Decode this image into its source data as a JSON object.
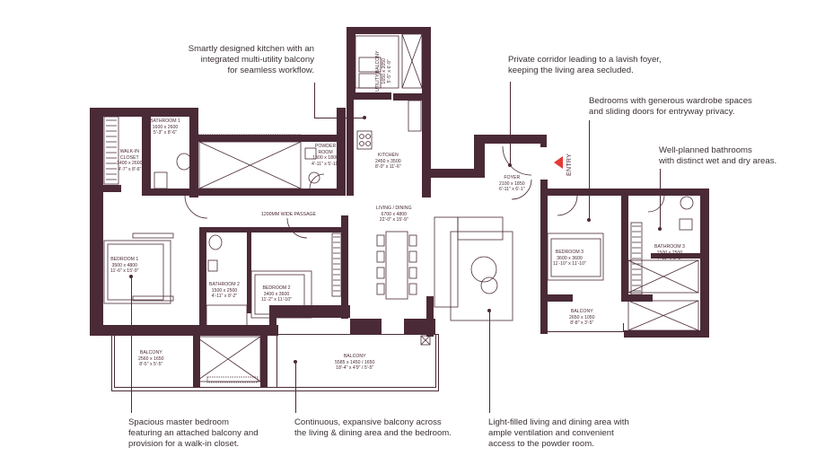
{
  "colors": {
    "wall": "#4a2a36",
    "entry_marker": "#e53935",
    "text": "#3a3034"
  },
  "captions": {
    "kitchen": "Smartly designed kitchen with an\nintegrated multi-utility balcony\nfor seamless workflow.",
    "corridor": "Private corridor leading to a lavish foyer,\nkeeping the living area secluded.",
    "bedrooms": "Bedrooms with generous wardrobe spaces\nand sliding doors for entryway privacy.",
    "bathrooms": "Well-planned bathrooms\nwith distinct wet and dry areas.",
    "master": "Spacious master bedroom\nfeaturing an attached balcony and\nprovision for a walk-in closet.",
    "balcony": "Continuous, expansive balcony across\nthe living & dining area and the bedroom.",
    "living": "Light-filled living and dining area with\nample ventilation and convenient\naccess to the powder room."
  },
  "rooms": {
    "bathroom1": "BATHROOM 1\n1600 x 2600\n5'-3\" x 8'-6\"",
    "walkin": "WALK-IN\nCLOSET\n1400 x 2600\n4'-7\" x 8'-6\"",
    "powder": "POWDER\nROOM\n1500 x 1800\n4'-11\" x 5'-11\"",
    "kitchen": "KITCHEN\n2450 x 3500\n8'-0\" x 11'-6\"",
    "utility": "UTILITY BALCONY\n1650 x 2050\n5'-5\" x 6'-9\"",
    "foyer": "FOYER\n2100 x 1850\n6'-11\" x 6'-1\"",
    "passage": "1200MM WIDE PASSAGE",
    "living": "LIVING / DINING\n6700 x 4800\n22'-0\" x 15'-9\"",
    "bedroom1": "BEDROOM 1\n3500 x 4800\n11'-6\" x 15'-9\"",
    "bathroom2": "BATHROOM 2\n1500 x 2500\n4'-11\" x 8'-2\"",
    "bedroom2": "BEDROOM 2\n3400 x 3600\n11'-2\" x 11'-10\"",
    "bedroom3": "BEDROOM 3\n3600 x 3600\n11'-10\" x 11'-10\"",
    "bathroom3": "BATHROOM 3\n1500 x 2500\n4'-11\" x 8'-2\"",
    "balcony_small": "BALCONY\n2650 x 1050\n8'-8\" x 3'-5\"",
    "balcony_master": "BALCONY\n2560 x 1650\n8'-5\" x 5'-5\"",
    "balcony_long": "BALCONY\n5585 x 1450 / 1650\n18'-4\" x 4'9\" / 5'-5\""
  },
  "entry_label": "ENTRY"
}
